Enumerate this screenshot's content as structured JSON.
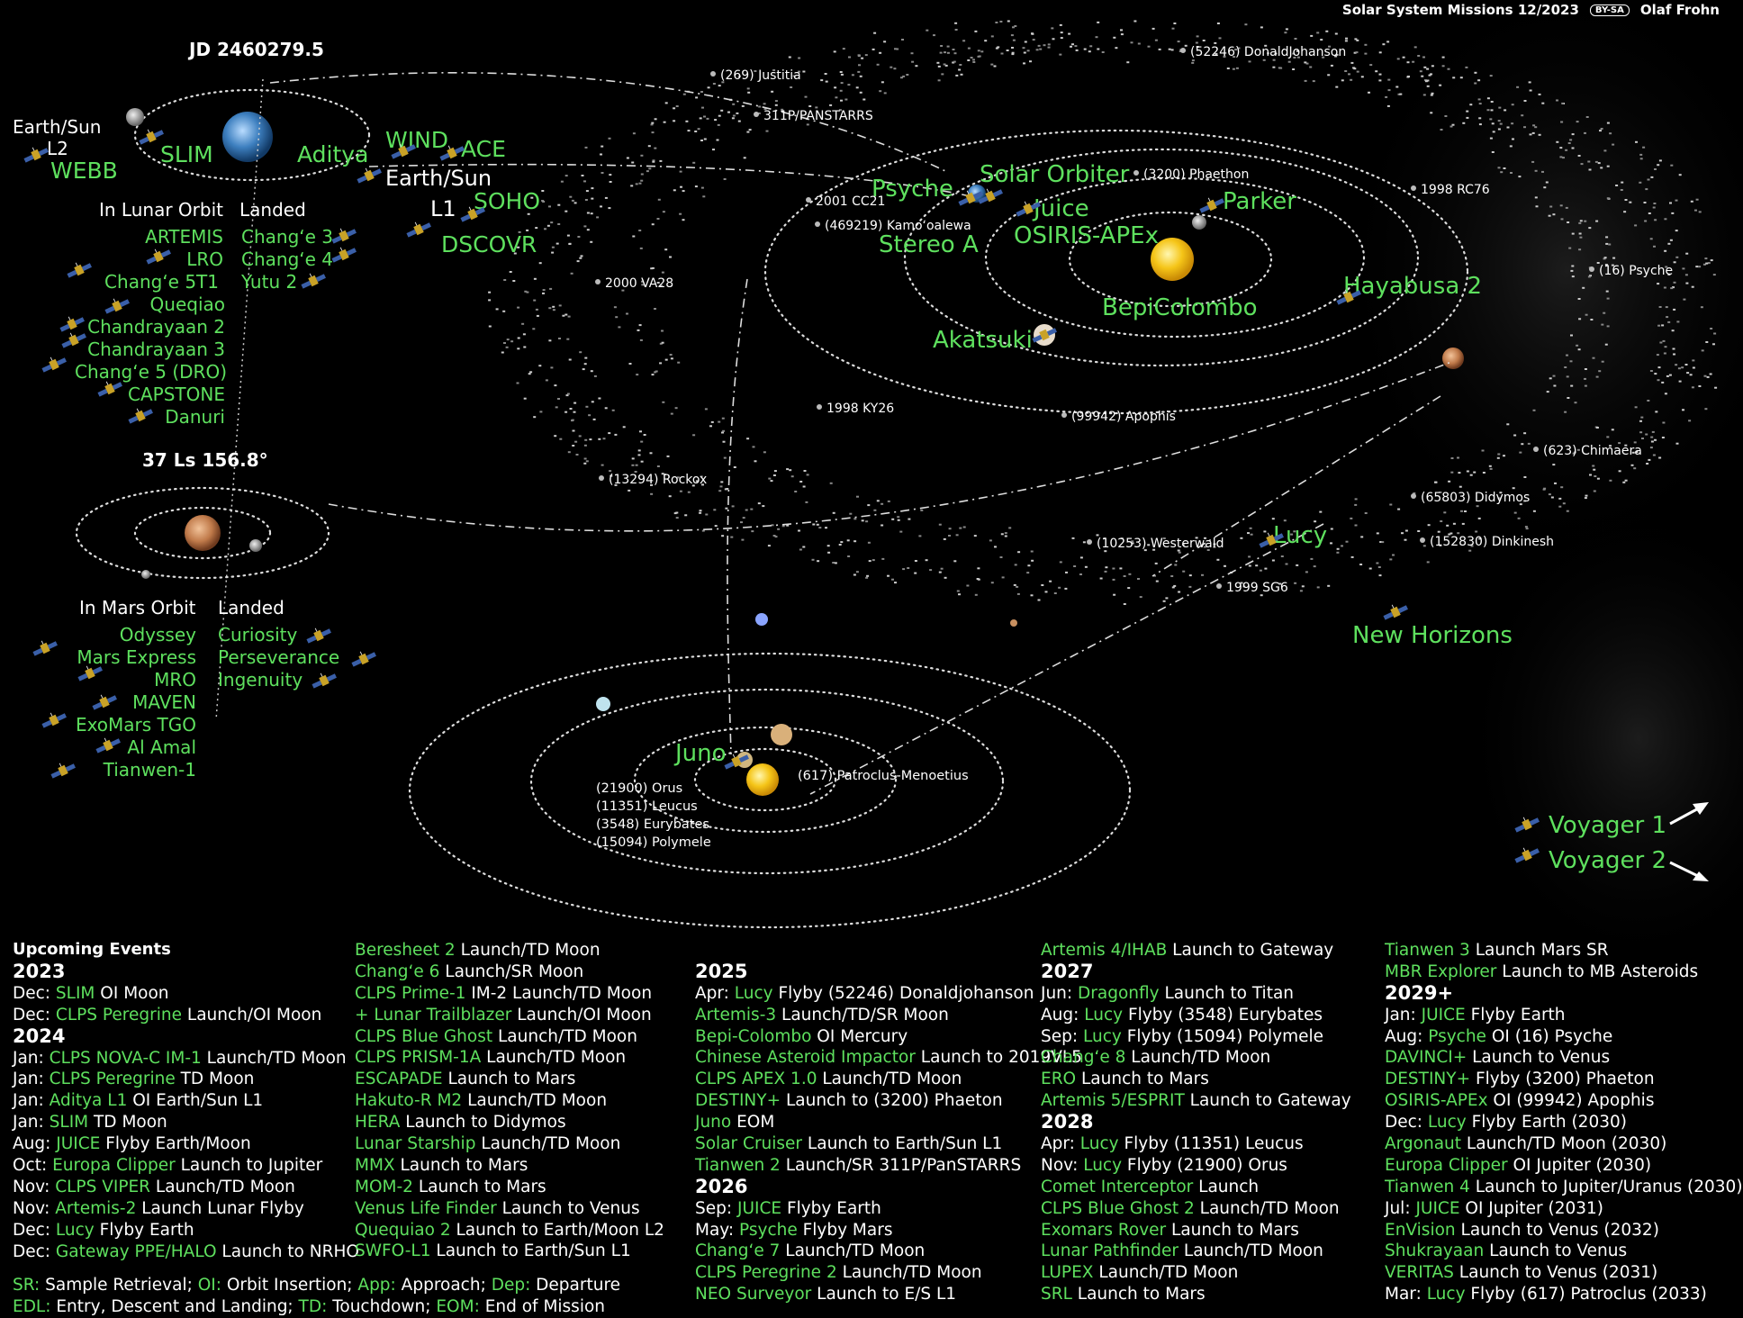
{
  "header": {
    "title": "Solar System Missions 12/2023",
    "license": "BY-SA",
    "author": "Olaf Frohn"
  },
  "earth_panel": {
    "date": "JD 2460279.5",
    "earth_sun_l2_label": "Earth/Sun",
    "l2": "L2",
    "webb": "WEBB",
    "slim": "SLIM",
    "aditya": "Aditya",
    "wind": "WIND",
    "ace": "ACE",
    "earth_sun_l1": "Earth/Sun",
    "l1": "L1",
    "soho": "SOHO",
    "dscovr": "DSCOVR",
    "in_lunar_orbit": "In Lunar Orbit",
    "landed": "Landed",
    "lunar_orbiters": [
      "ARTEMIS",
      "LRO",
      "Chang‘e 5T1",
      "Queqiao",
      "Chandrayaan 2",
      "Chandrayaan 3",
      "Chang‘e 5 (DRO)",
      "CAPSTONE",
      "Danuri"
    ],
    "lunar_landed": [
      "Chang‘e 3",
      "Chang‘e 4",
      "Yutu 2"
    ]
  },
  "mars_panel": {
    "date": "37 Ls 156.8°",
    "in_mars_orbit": "In Mars Orbit",
    "landed": "Landed",
    "orbiters": [
      "Odyssey",
      "Mars Express",
      "MRO",
      "MAVEN",
      "ExoMars TGO",
      "Al Amal",
      "Tianwen-1"
    ],
    "landers": [
      "Curiosity",
      "Perseverance",
      "Ingenuity"
    ]
  },
  "inner": {
    "missions": [
      "Psyche",
      "Solar Orbiter",
      "Juice",
      "OSIRIS-APEx",
      "Stereo A",
      "Parker",
      "BepiColombo",
      "Akatsuki",
      "Hayabusa 2",
      "Lucy",
      "New Horizons"
    ],
    "bodies": [
      "(269) Justitia",
      "(52246) DonaldJohanson",
      "311P/PANSTARRS",
      "2001 CC21",
      "(3200) Phaethon",
      "(469219) Kamoʻoalewa",
      "1998 RC76",
      "2000 VA28",
      "(16) Psyche",
      "1998 KY26",
      "(99942) Apophis",
      "(623) Chimaera",
      "(13294) Rockox",
      "(65803) Didymos",
      "(10253) Westerwald",
      "(152830) Dinkinesh",
      "1999 SG6"
    ]
  },
  "outer": {
    "juno": "Juno",
    "trojans_l4": [
      "(21900) Orus",
      "(11351) Leucus",
      "(3548) Eurybates",
      "(15094) Polymele"
    ],
    "trojan_l5": "(617) Patroclus-Menoetius",
    "voyager1": "Voyager 1",
    "voyager2": "Voyager 2"
  },
  "colors": {
    "mission": "#5ee05e",
    "text": "#ffffff",
    "sun": "#f5c518",
    "background": "#000000"
  },
  "events": {
    "title": "Upcoming Events",
    "columns": [
      [
        {
          "h": "2023"
        },
        {
          "l": "Dec:",
          "p": "SLIM",
          "k": "OI",
          "t": "Moon"
        },
        {
          "l": "Dec:",
          "p": "CLPS Peregrine",
          "k": "Launch/OI",
          "t": "Moon"
        },
        {
          "h": "2024"
        },
        {
          "l": "Jan:",
          "p": "CLPS NOVA-C IM-1",
          "k": "Launch/TD",
          "t": "Moon"
        },
        {
          "l": "Jan:",
          "p": "CLPS Peregrine",
          "k": "TD",
          "t": "Moon"
        },
        {
          "l": "Jan:",
          "p": "Aditya L1",
          "k": "OI",
          "t": "Earth/Sun L1"
        },
        {
          "l": "Jan:",
          "p": "SLIM",
          "k": "TD",
          "t": "Moon"
        },
        {
          "l": "Aug:",
          "p": "JUICE",
          "k": "Flyby",
          "t": "Earth/Moon"
        },
        {
          "l": "Oct:",
          "p": "Europa Clipper",
          "k": "Launch",
          "t": "to Jupiter"
        },
        {
          "l": "Nov:",
          "p": "CLPS VIPER",
          "k": "Launch/TD",
          "t": "Moon"
        },
        {
          "l": "Nov:",
          "p": "Artemis-2",
          "k": "Launch",
          "t": "Lunar Flyby"
        },
        {
          "l": "Dec:",
          "p": "Lucy",
          "k": "Flyby",
          "t": "Earth"
        },
        {
          "l": "Dec:",
          "p": "Gateway PPE/HALO",
          "k": "Launch",
          "t": "to NRHO"
        }
      ],
      [
        {
          "l": "",
          "p": "Beresheet 2",
          "k": "Launch/TD",
          "t": "Moon"
        },
        {
          "l": "",
          "p": "Chang‘e 6",
          "k": "Launch/SR",
          "t": "Moon"
        },
        {
          "l": "",
          "p": "CLPS Prime-1",
          "k": "IM-2 Launch/TD",
          "t": "Moon"
        },
        {
          "l": "",
          "p": "   + Lunar Trailblazer",
          "k": "Launch/OI",
          "t": "Moon"
        },
        {
          "l": "",
          "p": "CLPS Blue Ghost",
          "k": "Launch/TD",
          "t": "Moon"
        },
        {
          "l": "",
          "p": "CLPS PRISM-1A",
          "k": "Launch/TD",
          "t": "Moon"
        },
        {
          "l": "",
          "p": "ESCAPADE",
          "k": "Launch",
          "t": "to Mars"
        },
        {
          "l": "",
          "p": "Hakuto-R M2",
          "k": "Launch/TD",
          "t": "Moon"
        },
        {
          "l": "",
          "p": "HERA",
          "k": "Launch",
          "t": "to Didymos"
        },
        {
          "l": "",
          "p": "Lunar Starship",
          "k": "Launch/TD",
          "t": "Moon"
        },
        {
          "l": "",
          "p": "MMX",
          "k": "Launch",
          "t": "to Mars"
        },
        {
          "l": "",
          "p": "MOM-2",
          "k": "Launch",
          "t": "to Mars"
        },
        {
          "l": "",
          "p": "Venus Life Finder",
          "k": "Launch",
          "t": "to Venus"
        },
        {
          "l": "",
          "p": "Quequiao 2",
          "k": "Launch",
          "t": "to Earth/Moon L2"
        },
        {
          "l": "",
          "p": "SWFO-L1",
          "k": "Launch",
          "t": "to Earth/Sun L1"
        }
      ],
      [
        {
          "h": ""
        },
        {
          "h": "2025"
        },
        {
          "l": "Apr:",
          "p": "Lucy",
          "k": "Flyby",
          "t": "(52246) Donaldjohanson"
        },
        {
          "l": "",
          "p": "Artemis-3",
          "k": "Launch/TD/SR",
          "t": "Moon"
        },
        {
          "l": "",
          "p": "Bepi-Colombo",
          "k": "OI",
          "t": "Mercury"
        },
        {
          "l": "",
          "p": "Chinese Asteroid Impactor",
          "k": "Launch",
          "t": "to 2019VL5"
        },
        {
          "l": "",
          "p": "CLPS APEX 1.0",
          "k": "Launch/TD",
          "t": "Moon"
        },
        {
          "l": "",
          "p": "DESTINY+",
          "k": "Launch",
          "t": "to (3200) Phaeton"
        },
        {
          "l": "",
          "p": "Juno",
          "k": "EOM",
          "t": ""
        },
        {
          "l": "",
          "p": "Solar Cruiser",
          "k": "Launch",
          "t": "to Earth/Sun L1"
        },
        {
          "l": "",
          "p": "Tianwen 2",
          "k": "Launch/SR",
          "t": "311P/PanSTARRS"
        },
        {
          "h": "2026"
        },
        {
          "l": "Sep:",
          "p": "JUICE",
          "k": "Flyby",
          "t": "Earth"
        },
        {
          "l": "May:",
          "p": "Psyche",
          "k": "Flyby",
          "t": "Mars"
        },
        {
          "l": "",
          "p": "Chang‘e 7",
          "k": "Launch/TD",
          "t": "Moon"
        },
        {
          "l": "",
          "p": "CLPS Peregrine 2",
          "k": "Launch/TD",
          "t": "Moon"
        },
        {
          "l": "",
          "p": "NEO Surveyor",
          "k": "Launch",
          "t": "to E/S L1"
        }
      ],
      [
        {
          "l": "",
          "p": "Artemis 4/IHAB",
          "k": "Launch",
          "t": "to Gateway"
        },
        {
          "h": "2027"
        },
        {
          "l": "Jun:",
          "p": "Dragonfly",
          "k": "Launch",
          "t": "to Titan"
        },
        {
          "l": "Aug:",
          "p": "Lucy",
          "k": "Flyby",
          "t": "(3548) Eurybates"
        },
        {
          "l": "Sep:",
          "p": "Lucy",
          "k": "Flyby",
          "t": "(15094) Polymele"
        },
        {
          "l": "",
          "p": "Chang‘e 8",
          "k": "Launch/TD",
          "t": "Moon"
        },
        {
          "l": "",
          "p": "ERO",
          "k": "Launch",
          "t": "to Mars"
        },
        {
          "l": "",
          "p": "Artemis 5/ESPRIT",
          "k": "Launch",
          "t": "to Gateway"
        },
        {
          "h": "2028"
        },
        {
          "l": "Apr:",
          "p": "Lucy",
          "k": "Flyby",
          "t": "(11351) Leucus"
        },
        {
          "l": "Nov:",
          "p": "Lucy",
          "k": "Flyby",
          "t": "(21900) Orus"
        },
        {
          "l": "",
          "p": "Comet Interceptor",
          "k": "Launch",
          "t": ""
        },
        {
          "l": "",
          "p": "CLPS Blue Ghost 2",
          "k": "Launch/TD",
          "t": "Moon"
        },
        {
          "l": "",
          "p": "Exomars Rover",
          "k": "Launch",
          "t": "to Mars"
        },
        {
          "l": "",
          "p": "Lunar Pathfinder",
          "k": "Launch/TD",
          "t": "Moon"
        },
        {
          "l": "",
          "p": "LUPEX",
          "k": "Launch/TD",
          "t": "Moon"
        },
        {
          "l": "",
          "p": "SRL",
          "k": "Launch",
          "t": "to Mars"
        }
      ],
      [
        {
          "l": "",
          "p": "Tianwen 3",
          "k": "Launch",
          "t": "Mars SR"
        },
        {
          "l": "",
          "p": "MBR Explorer",
          "k": "Launch",
          "t": "to MB Asteroids"
        },
        {
          "h": "2029+"
        },
        {
          "l": "Jan:",
          "p": "JUICE",
          "k": "Flyby",
          "t": "Earth"
        },
        {
          "l": "Aug:",
          "p": "Psyche",
          "k": "OI",
          "t": "(16) Psyche"
        },
        {
          "l": "",
          "p": "DAVINCI+",
          "k": "Launch",
          "t": "to Venus"
        },
        {
          "l": "",
          "p": "DESTINY+",
          "k": "Flyby",
          "t": "(3200) Phaeton"
        },
        {
          "l": "",
          "p": "OSIRIS-APEx",
          "k": "OI",
          "t": "(99942) Apophis"
        },
        {
          "l": "Dec:",
          "p": "Lucy",
          "k": "Flyby",
          "t": "Earth (2030)"
        },
        {
          "l": "",
          "p": "Argonaut",
          "k": "Launch/TD",
          "t": "Moon (2030)"
        },
        {
          "l": "",
          "p": "Europa Clipper",
          "k": "OI",
          "t": "Jupiter (2030)"
        },
        {
          "l": "",
          "p": "Tianwen 4",
          "k": "Launch",
          "t": "to Jupiter/Uranus (2030)"
        },
        {
          "l": "Jul:",
          "p": "JUICE",
          "k": "OI",
          "t": "Jupiter (2031)"
        },
        {
          "l": "",
          "p": "EnVision",
          "k": "Launch",
          "t": "to Venus (2032)"
        },
        {
          "l": "",
          "p": "Shukrayaan",
          "k": "Launch",
          "t": "to Venus"
        },
        {
          "l": "",
          "p": "VERITAS",
          "k": "Launch",
          "t": "to Venus (2031)"
        },
        {
          "l": "Mar:",
          "p": "Lucy",
          "k": "Flyby",
          "t": "(617) Patroclus (2033)"
        }
      ]
    ]
  },
  "legend": [
    [
      {
        "k": "SR:",
        "t": "Sample Retrieval;"
      },
      {
        "k": "OI:",
        "t": "Orbit Insertion;"
      },
      {
        "k": "App:",
        "t": "Approach;"
      },
      {
        "k": "Dep:",
        "t": "Departure"
      }
    ],
    [
      {
        "k": "EDL:",
        "t": "Entry, Descent and Landing;"
      },
      {
        "k": "TD:",
        "t": "Touchdown;"
      },
      {
        "k": "EOM:",
        "t": "End of Mission"
      }
    ]
  ]
}
